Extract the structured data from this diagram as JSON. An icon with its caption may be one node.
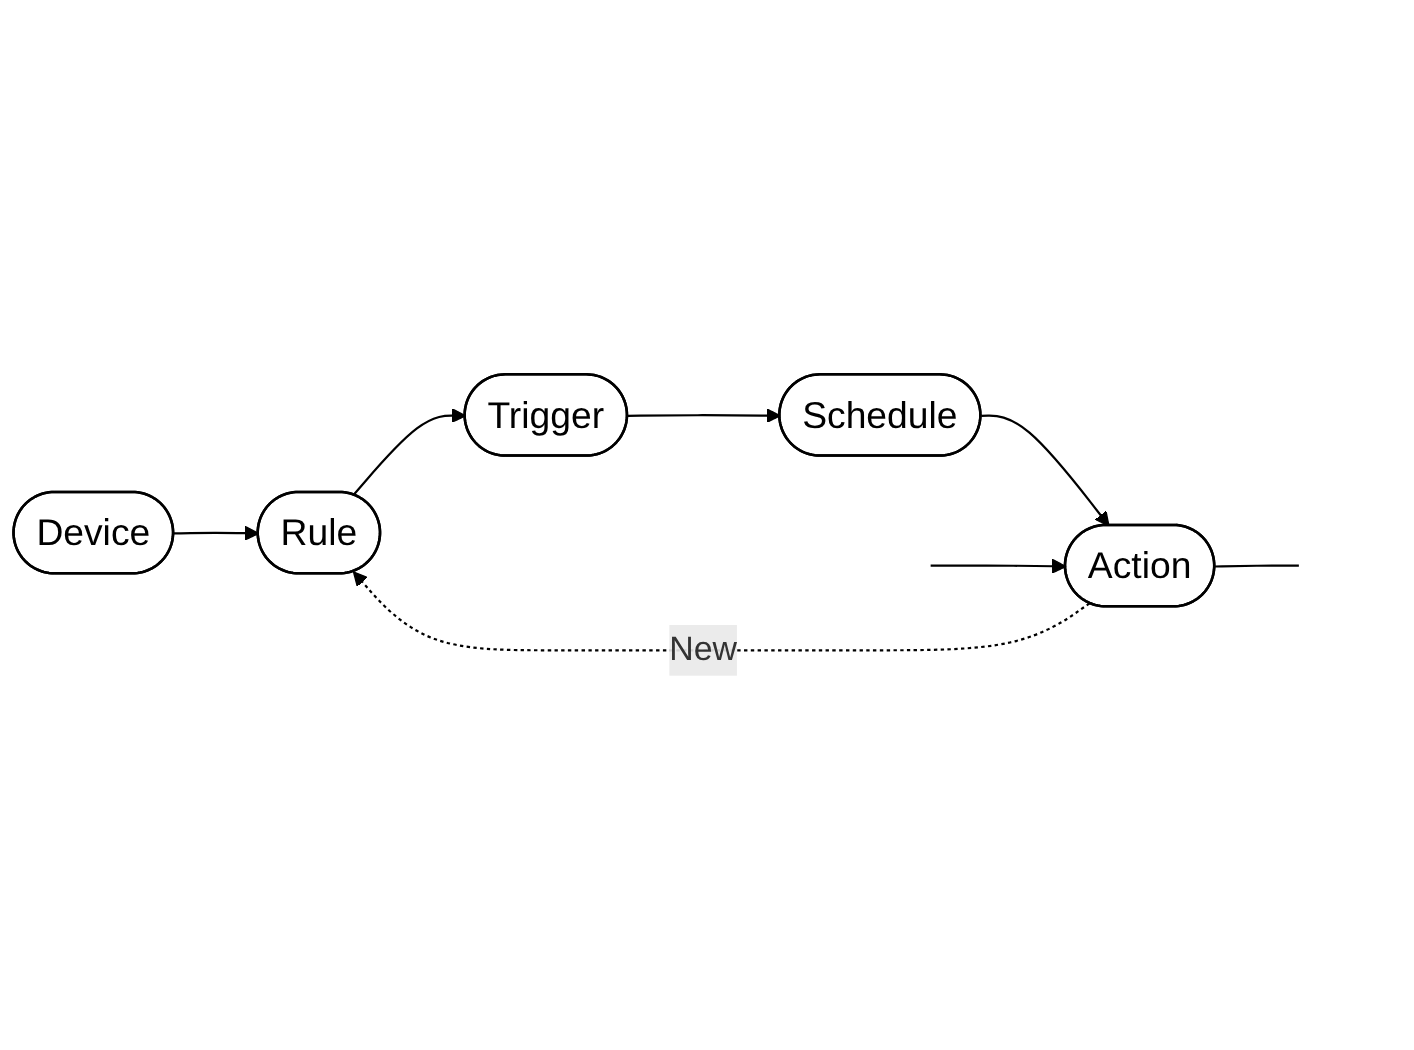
{
  "diagram": {
    "nodes": [
      {
        "text": [
          "Device"
        ]
      },
      {
        "text": [
          "Rule"
        ]
      },
      {
        "text": [
          "Trigger"
        ]
      },
      {
        "text": [
          "Schedule"
        ]
      },
      {
        "text": [
          "Action"
        ]
      }
    ],
    "edges": [
      {
        "from": 0,
        "to": 1,
        "arrow": "to"
      },
      {
        "from": 1,
        "to": 2,
        "arrow": "to"
      },
      {
        "from": 2,
        "to": 3,
        "arrow": "to"
      },
      {
        "from": 3,
        "to": 4,
        "arrow": "to"
      },
      {
        "from": 4,
        "to": 1,
        "arrow": "to",
        "label": "New",
        "style": "dashed"
      },
      {
        "from": null,
        "to": 4,
        "arrow": "to"
      },
      {
        "from": 4,
        "to": null,
        "arrow": "none"
      }
    ]
  }
}
